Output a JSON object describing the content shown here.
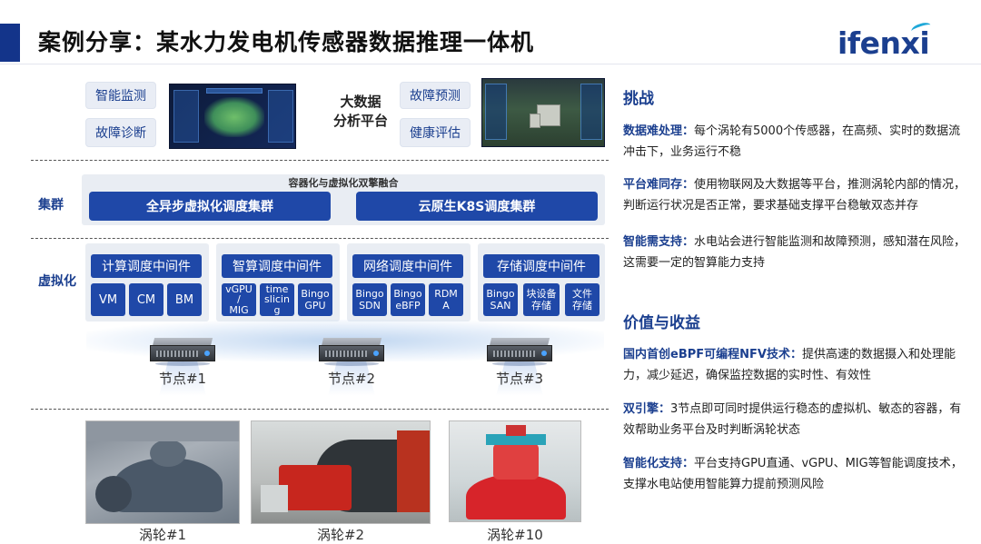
{
  "header": {
    "title": "案例分享：某水力发电机传感器数据推理一体机",
    "logo": "ifenxi"
  },
  "platform": {
    "left_buttons": [
      "智能监测",
      "故障诊断"
    ],
    "center_label_line1": "大数据",
    "center_label_line2": "分析平台",
    "right_buttons": [
      "故障预测",
      "健康评估"
    ]
  },
  "cluster": {
    "row_label": "集群",
    "caption": "容器化与虚拟化双擎融合",
    "items": [
      "全异步虚拟化调度集群",
      "云原生K8S调度集群"
    ]
  },
  "virtualization": {
    "row_label": "虚拟化",
    "groups": [
      {
        "title": "计算调度中间件",
        "items": [
          "VM",
          "CM",
          "BM"
        ]
      },
      {
        "title": "智算调度中间件",
        "items": [
          "vGPU\n/\nMIG",
          "time\nslicin\ng",
          "Bingo\nGPU"
        ]
      },
      {
        "title": "网络调度中间件",
        "items": [
          "Bingo\nSDN",
          "Bingo\neBFP",
          "RDM\nA"
        ]
      },
      {
        "title": "存储调度中间件",
        "items": [
          "Bingo\nSAN",
          "块设备\n存储",
          "文件\n存储"
        ]
      }
    ]
  },
  "nodes": [
    "节点#1",
    "节点#2",
    "节点#3"
  ],
  "turbines": [
    "涡轮#1",
    "涡轮#2",
    "涡轮#10"
  ],
  "challenges": {
    "title": "挑战",
    "items": [
      {
        "key": "数据难处理：",
        "text": "每个涡轮有5000个传感器，在高频、实时的数据流冲击下，业务运行不稳"
      },
      {
        "key": "平台难同存：",
        "text": "使用物联网及大数据等平台，推测涡轮内部的情况，判断运行状况是否正常，要求基础支撑平台稳敏双态并存"
      },
      {
        "key": "智能需支持：",
        "text": "水电站会进行智能监测和故障预测，感知潜在风险，这需要一定的智算能力支持"
      }
    ]
  },
  "benefits": {
    "title": "价值与收益",
    "items": [
      {
        "key": "国内首创eBPF可编程NFV技术：",
        "text": "提供高速的数据摄入和处理能力，减少延迟，确保监控数据的实时性、有效性"
      },
      {
        "key": "双引擎：",
        "text": "3节点即可同时提供运行稳态的虚拟机、敏态的容器，有效帮助业务平台及时判断涡轮状态"
      },
      {
        "key": "智能化支持：",
        "text": "平台支持GPU直通、vGPU、MIG等智能调度技术，支撑水电站使用智能算力提前预测风险"
      }
    ]
  },
  "colors": {
    "brand_blue": "#1f48a8",
    "title_blue": "#1b3f8f",
    "accent_bar": "#13348a",
    "pill_bg": "#e9edf5"
  },
  "icons": [
    "server-icon"
  ]
}
